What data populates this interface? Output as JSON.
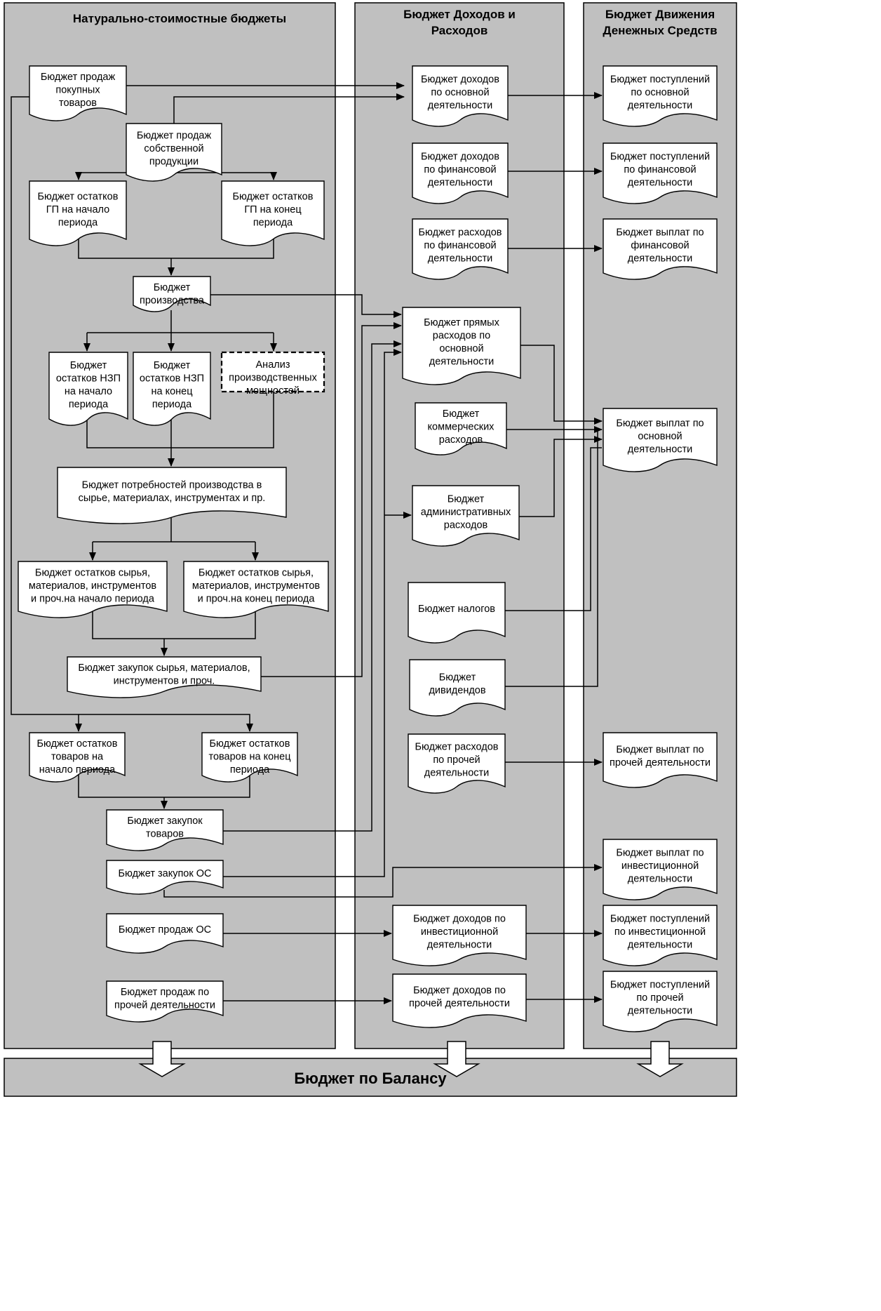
{
  "columns": {
    "natural": "Натурально-стоимостные бюджеты",
    "income_expense": [
      "Бюджет Доходов и",
      "Расходов"
    ],
    "cashflow": [
      "Бюджет Движения",
      "Денежных Средств"
    ]
  },
  "balance": "Бюджет по Балансу",
  "nodes": {
    "sales_purchased": [
      "Бюджет продаж",
      "покупных",
      "товаров"
    ],
    "sales_own": [
      "Бюджет продаж",
      "собственной",
      "продукции"
    ],
    "fg_start": [
      "Бюджет остатков",
      "ГП на начало",
      "периода"
    ],
    "fg_end": [
      "Бюджет остатков",
      "ГП на конец",
      "периода"
    ],
    "production": [
      "Бюджет",
      "производства"
    ],
    "wip_start": [
      "Бюджет",
      "остатков НЗП",
      "на начало",
      "периода"
    ],
    "wip_end": [
      "Бюджет",
      "остатков НЗП",
      "на конец",
      "периода"
    ],
    "capacity": [
      "Анализ",
      "производственных",
      "мощностей"
    ],
    "needs": [
      "Бюджет потребностей производства в",
      "сырье, материалах, инструментах и пр."
    ],
    "mat_start": [
      "Бюджет остатков сырья,",
      "материалов, инструментов",
      "и проч.на начало периода"
    ],
    "mat_end": [
      "Бюджет остатков сырья,",
      "материалов, инструментов",
      "и проч.на конец периода"
    ],
    "mat_purchase": [
      "Бюджет закупок сырья, материалов,",
      "инструментов и проч."
    ],
    "goods_start": [
      "Бюджет остатков",
      "товаров на",
      "начало периода"
    ],
    "goods_end": [
      "Бюджет остатков",
      "товаров на конец",
      "периода"
    ],
    "goods_purchase": [
      "Бюджет закупок",
      "товаров"
    ],
    "fa_purchase": [
      "Бюджет закупок ОС"
    ],
    "fa_sales": [
      "Бюджет продаж ОС"
    ],
    "other_sales": [
      "Бюджет продаж по",
      "прочей деятельности"
    ],
    "inc_main": [
      "Бюджет доходов",
      "по основной",
      "деятельности"
    ],
    "inc_fin": [
      "Бюджет доходов",
      "по финансовой",
      "деятельности"
    ],
    "exp_fin": [
      "Бюджет расходов",
      "по финансовой",
      "деятельности"
    ],
    "direct": [
      "Бюджет прямых",
      "расходов по",
      "основной",
      "деятельности"
    ],
    "commercial": [
      "Бюджет",
      "коммерческих",
      "расходов"
    ],
    "admin": [
      "Бюджет",
      "административных",
      "расходов"
    ],
    "taxes": [
      "Бюджет налогов"
    ],
    "dividends": [
      "Бюджет",
      "дивидендов"
    ],
    "exp_other": [
      "Бюджет расходов",
      "по прочей",
      "деятельности"
    ],
    "inc_invest": [
      "Бюджет доходов по",
      "инвестиционной",
      "деятельности"
    ],
    "inc_other": [
      "Бюджет доходов по",
      "прочей деятельности"
    ],
    "rec_main": [
      "Бюджет поступлений",
      "по основной",
      "деятельности"
    ],
    "rec_fin": [
      "Бюджет поступлений",
      "по финансовой",
      "деятельности"
    ],
    "pay_fin": [
      "Бюджет выплат по",
      "финансовой",
      "деятельности"
    ],
    "pay_main": [
      "Бюджет выплат по",
      "основной",
      "деятельности"
    ],
    "pay_other": [
      "Бюджет выплат по",
      "прочей деятельности"
    ],
    "pay_invest": [
      "Бюджет выплат по",
      "инвестиционной",
      "деятельности"
    ],
    "rec_invest": [
      "Бюджет поступлений",
      "по инвестиционной",
      "деятельности"
    ],
    "rec_other": [
      "Бюджет поступлений",
      "по прочей",
      "деятельности"
    ]
  },
  "colors": {
    "panel": "#c0c0c0",
    "node_fill": "#ffffff",
    "stroke": "#000000"
  }
}
